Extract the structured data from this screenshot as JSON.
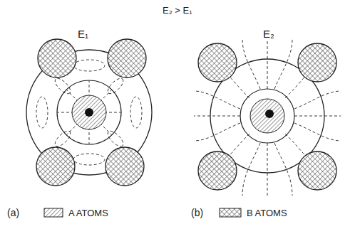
{
  "diagram": {
    "labels": [
      "E₂ > E₁",
      "E₁",
      "E₂",
      "(a)",
      "(b)"
    ],
    "legend": [
      {
        "text": "A ATOMS"
      },
      {
        "text": "B ATOMS"
      }
    ]
  }
}
